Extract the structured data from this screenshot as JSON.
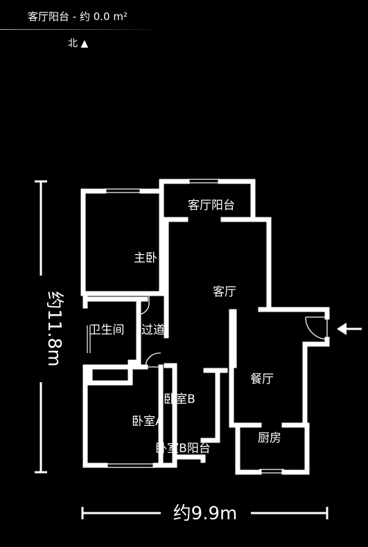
{
  "header": {
    "title": "客厅阳台 - 约 0.0 m²",
    "north": "北 ▲"
  },
  "rooms": {
    "living_balcony": "客厅阳台",
    "master_bedroom": "主卧",
    "living_room": "客厅",
    "bathroom": "卫生间",
    "corridor": "过道",
    "dining_room": "餐厅",
    "bedroom_b": "卧室B",
    "bedroom_a": "卧室A",
    "kitchen": "厨房",
    "bedroom_b_balcony": "卧室B阳台"
  },
  "dimensions": {
    "height": "约11.8m",
    "width": "约9.9m"
  },
  "entrance_icon": "arrow-left-icon"
}
